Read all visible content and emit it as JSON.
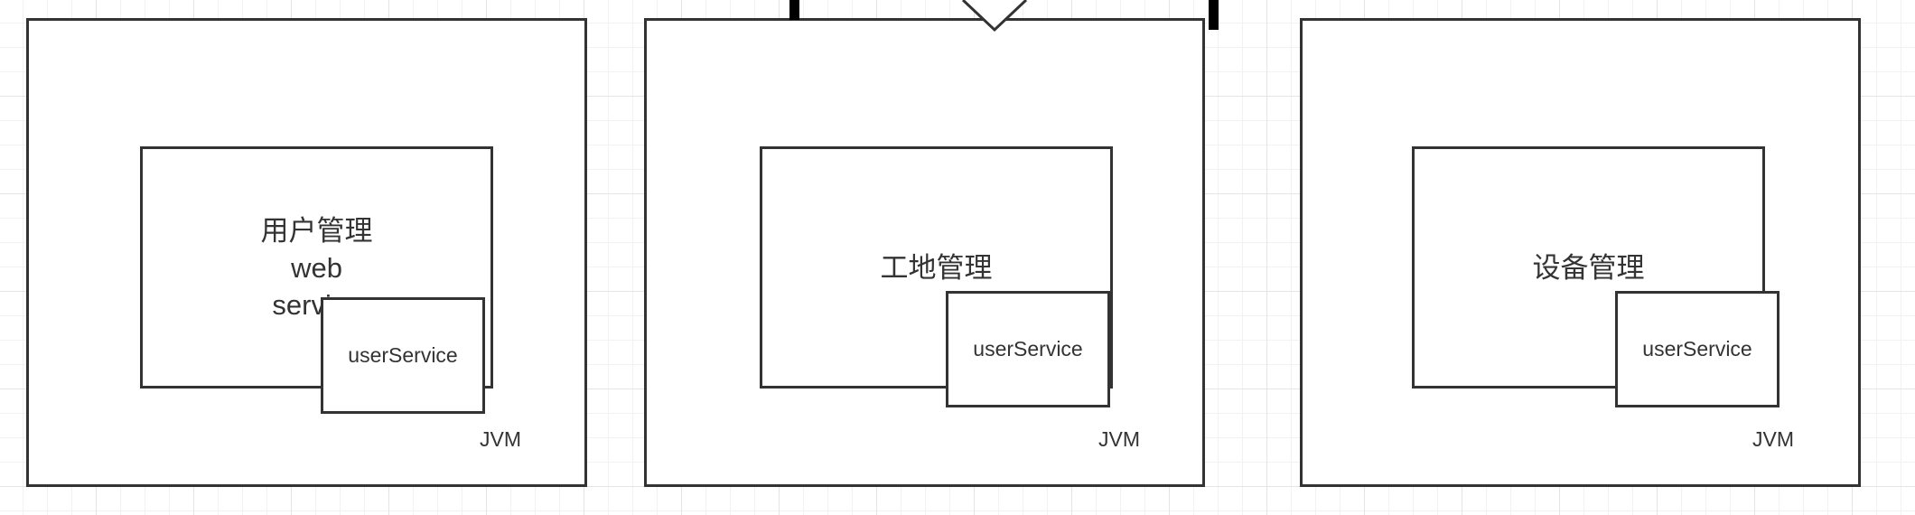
{
  "nodes": [
    {
      "jvm_label": "JVM",
      "service_lines": [
        "用户管理",
        "web",
        "service"
      ],
      "component_label": "userService"
    },
    {
      "jvm_label": "JVM",
      "service_lines": [
        "工地管理"
      ],
      "component_label": "userService"
    },
    {
      "jvm_label": "JVM",
      "service_lines": [
        "设备管理"
      ],
      "component_label": "userService"
    }
  ],
  "colors": {
    "stroke": "#333333",
    "connector": "#000000",
    "grid": "#e4e4e4",
    "background": "#ffffff"
  }
}
